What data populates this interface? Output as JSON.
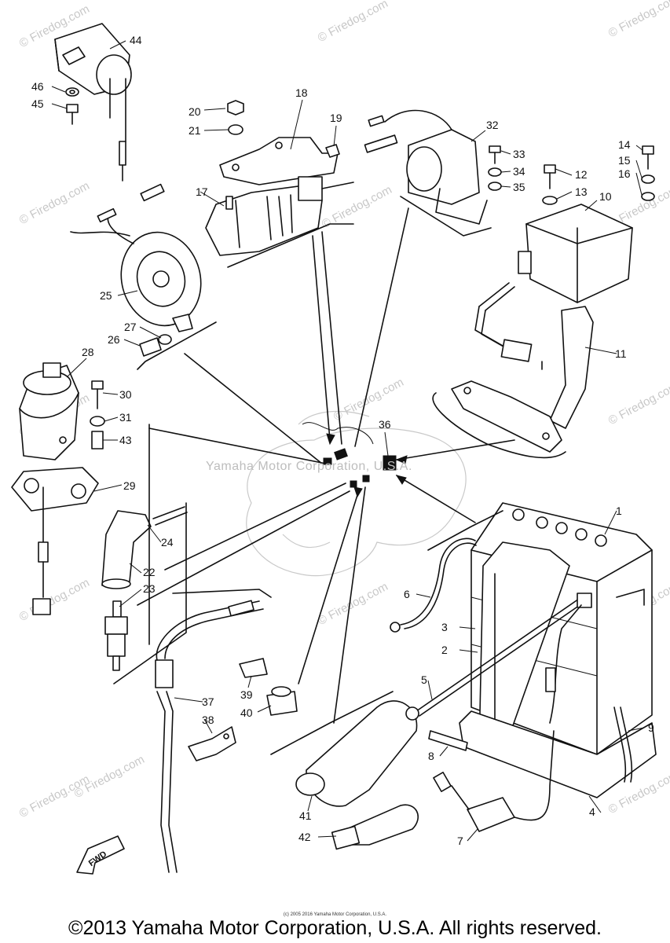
{
  "watermark": "© Firedog.com",
  "center_label": "Yamaha Motor Corporation, U.S.A.",
  "fwd_label": "FWD",
  "small_credit": "(c) 2005 2016 Yamaha Motor Corporation, U.S.A.",
  "copyright": "©2013 Yamaha Motor Corporation, U.S.A. All rights reserved.",
  "callouts": {
    "c1": "1",
    "c2": "2",
    "c3": "3",
    "c4": "4",
    "c5": "5",
    "c6": "6",
    "c7": "7",
    "c8": "8",
    "c9": "9",
    "c10": "10",
    "c11": "11",
    "c12": "12",
    "c13": "13",
    "c14": "14",
    "c15": "15",
    "c16": "16",
    "c17": "17",
    "c18": "18",
    "c19": "19",
    "c20": "20",
    "c21": "21",
    "c22": "22",
    "c23": "23",
    "c24": "24",
    "c25": "25",
    "c26": "26",
    "c27": "27",
    "c28": "28",
    "c29": "29",
    "c30": "30",
    "c31": "31",
    "c32": "32",
    "c33": "33",
    "c34": "34",
    "c35": "35",
    "c36": "36",
    "c37": "37",
    "c38": "38",
    "c39": "39",
    "c40": "40",
    "c41": "41",
    "c42": "42",
    "c43": "43",
    "c44": "44",
    "c45": "45",
    "c46": "46"
  }
}
